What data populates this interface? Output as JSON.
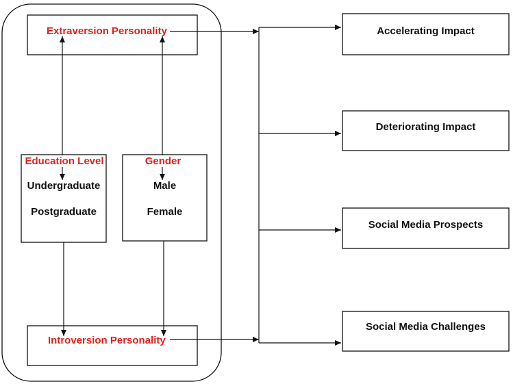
{
  "colors": {
    "accent": "#e0201b",
    "line": "#111111",
    "text": "#111111"
  },
  "left_group": {
    "extraversion": "Extraversion Personality",
    "introversion": "Introversion Personality",
    "education": {
      "title": "Education Level",
      "items": [
        "Undergraduate",
        "Postgraduate"
      ]
    },
    "gender": {
      "title": "Gender",
      "items": [
        "Male",
        "Female"
      ]
    }
  },
  "outcomes": [
    "Accelerating Impact",
    "Deteriorating Impact",
    "Social Media Prospects",
    "Social Media Challenges"
  ]
}
